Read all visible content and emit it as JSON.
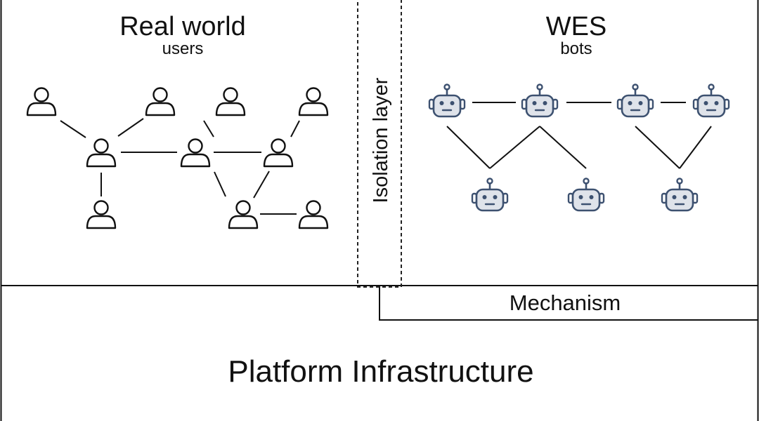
{
  "left_panel": {
    "title": "Real world",
    "subtitle": "users"
  },
  "right_panel": {
    "title": "WES",
    "subtitle": "bots"
  },
  "isolation_label": "Isolation layer",
  "mechanism_label": "Mechanism",
  "platform_label": "Platform Infrastructure",
  "colors": {
    "line": "#111111",
    "bot": "#3d5170"
  },
  "icons": {
    "user": "user-icon",
    "bot": "robot-icon"
  }
}
